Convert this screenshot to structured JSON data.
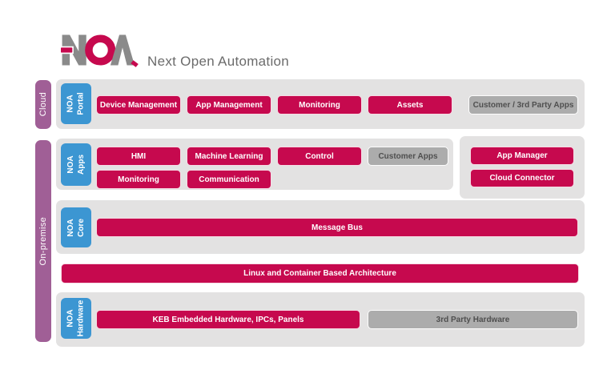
{
  "header": {
    "logo_text": "NOA",
    "tagline": "Next Open Automation"
  },
  "zones": {
    "cloud": "Cloud",
    "on_premise": "On-premise"
  },
  "portal": {
    "label_lines": [
      "NOA",
      "Portal"
    ],
    "buttons": [
      {
        "text": "Device Management"
      },
      {
        "text": "App Management"
      },
      {
        "text": "Monitoring"
      },
      {
        "text": "Assets"
      }
    ],
    "third_party": {
      "text": "Customer / 3rd Party Apps"
    }
  },
  "apps": {
    "label_lines": [
      "NOA",
      "Apps"
    ],
    "row1": [
      {
        "text": "HMI"
      },
      {
        "text": "Machine Learning"
      },
      {
        "text": "Control"
      }
    ],
    "customer_apps": {
      "text": "Customer Apps"
    },
    "row2": [
      {
        "text": "Monitoring"
      },
      {
        "text": "Communication"
      }
    ],
    "side": [
      {
        "text": "App Manager"
      },
      {
        "text": "Cloud Connector"
      }
    ]
  },
  "core": {
    "label_lines": [
      "NOA",
      "Core"
    ],
    "bus": "Message Bus"
  },
  "platform": {
    "bar": "Linux and Container Based Architecture"
  },
  "hardware": {
    "label_lines": [
      "NOA",
      "Hardware"
    ],
    "keb": "KEB Embedded Hardware, IPCs, Panels",
    "third_party": "3rd Party Hardware"
  },
  "colors": {
    "primary_red": "#c6094e",
    "layer_blue": "#3c96d2",
    "zone_purple": "#a05f96",
    "tray_gray": "#e3e2e2",
    "chip_gray": "#acacac",
    "logo_gray": "#8a8a8a",
    "tagline_gray": "#6b6b6b"
  }
}
